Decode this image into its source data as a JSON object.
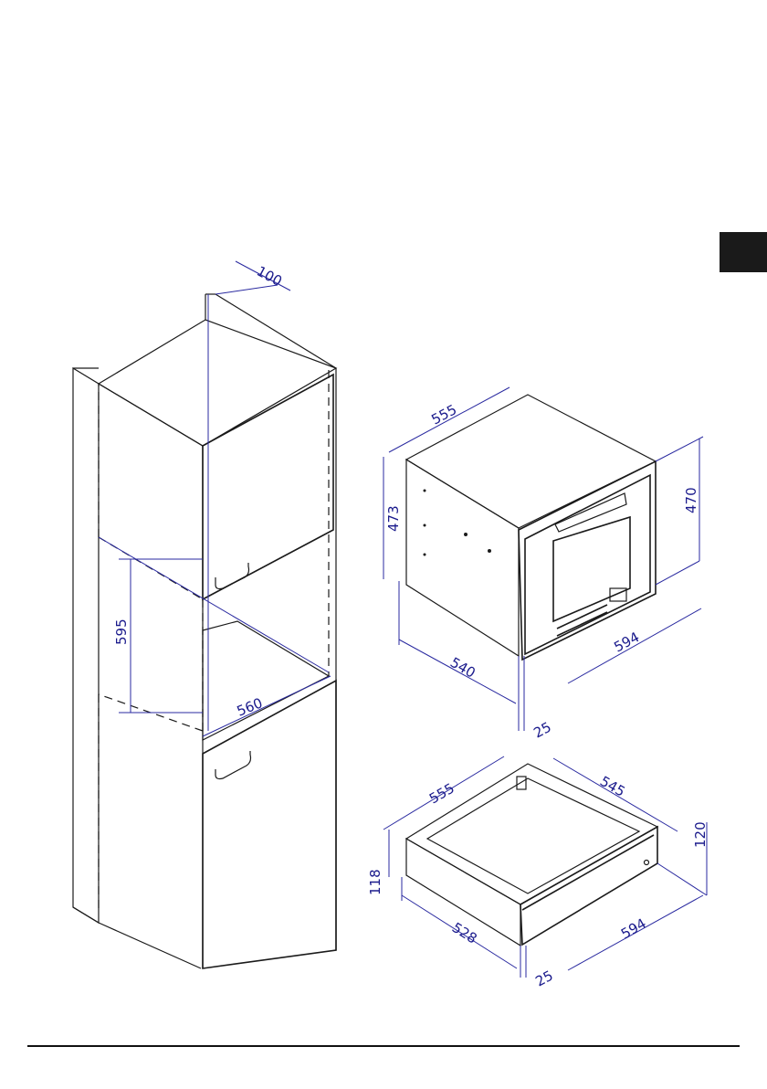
{
  "cabinet": {
    "dims": {
      "depth_offset": "100",
      "opening_height": "595",
      "opening_width": "560"
    }
  },
  "oven": {
    "dims": {
      "top_depth": "555",
      "height_side": "473",
      "height_front": "470",
      "width": "594",
      "body_depth": "540",
      "front_thickness": "25"
    }
  },
  "drawer": {
    "dims": {
      "top_depth": "555",
      "inner_depth": "545",
      "height_front": "120",
      "height_side": "118",
      "width": "594",
      "body_depth": "528",
      "front_thickness": "25"
    }
  },
  "colors": {
    "dimension": "#1a1a8c",
    "line": "#1a1a1a",
    "tab": "#1a1a1a"
  }
}
